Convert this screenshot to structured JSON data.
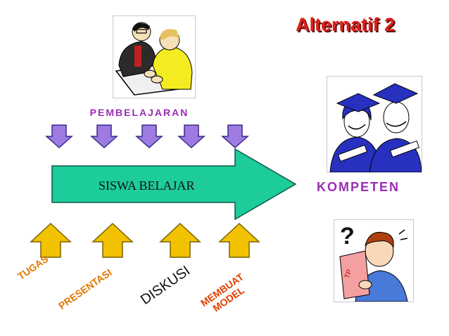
{
  "slide": {
    "title": "Alternatif 2",
    "pembelajaran_label": "PEMBELAJARAN",
    "arrow_label": "SISWA BELAJAR",
    "kompeten_label": "KOMPETEN",
    "question_mark": "?",
    "activities": [
      {
        "label": "TUGAS"
      },
      {
        "label": "PRESENTASI"
      },
      {
        "label": "DISKUSI"
      },
      {
        "label_line1": "MEMBUAT",
        "label_line2": "MODEL"
      }
    ]
  },
  "colors": {
    "title": "#e0201a",
    "purple_text": "#9b2db3",
    "down_arrow_fill": "#9d7be0",
    "big_arrow_fill": "#1ccc9a",
    "up_arrow_fill": "#f2c200",
    "activity_orange": "#e07800",
    "activity_red": "#e04000"
  }
}
